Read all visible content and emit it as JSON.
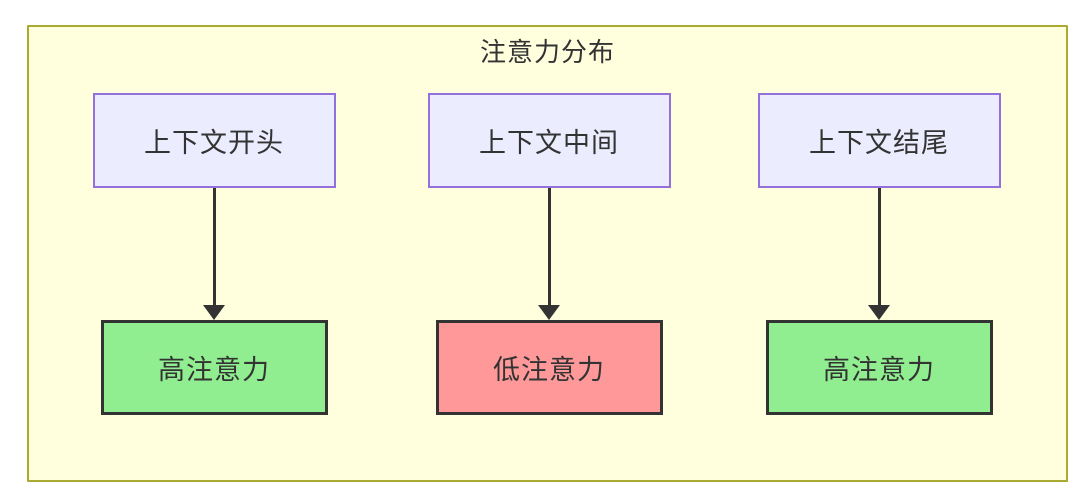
{
  "diagram": {
    "title": "注意力分布",
    "type": "flowchart",
    "columns": [
      {
        "source": {
          "label": "上下文开头"
        },
        "target": {
          "label": "高注意力",
          "level": "high"
        }
      },
      {
        "source": {
          "label": "上下文中间"
        },
        "target": {
          "label": "低注意力",
          "level": "low"
        }
      },
      {
        "source": {
          "label": "上下文结尾"
        },
        "target": {
          "label": "高注意力",
          "level": "high"
        }
      }
    ],
    "colors": {
      "cluster_fill": "#ffffde",
      "cluster_stroke": "#aaaa33",
      "source_node_fill": "#ECECFF",
      "source_node_stroke": "#9370DB",
      "high_attention_fill": "#90EE90",
      "low_attention_fill": "#FF9999",
      "result_node_stroke": "#333333",
      "arrow": "#333333",
      "text": "#333333"
    }
  }
}
